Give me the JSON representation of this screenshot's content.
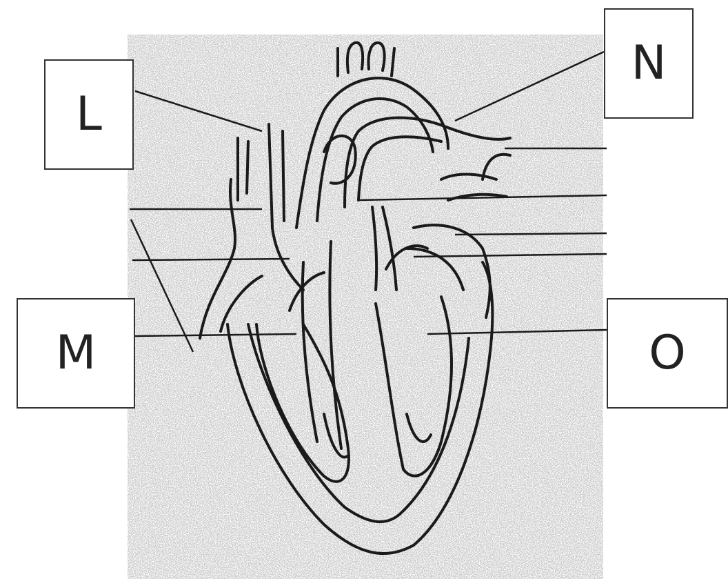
{
  "diagram": {
    "subject": "heart-cross-section",
    "labels": {
      "l": "L",
      "n": "N",
      "m": "M",
      "o": "O"
    },
    "colors": {
      "ink": "#222222",
      "paper": "#ffffff",
      "speckle": "#9a9a9a"
    }
  }
}
